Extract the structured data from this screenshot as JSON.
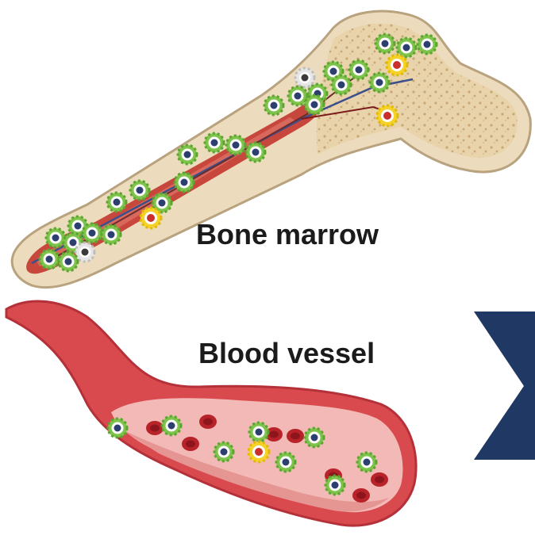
{
  "labels": {
    "bone_marrow": "Bone marrow",
    "blood_vessel": "Blood vessel"
  },
  "colors": {
    "bone": "#ecdcbd",
    "bone_outline": "#b9a27e",
    "marrow": "#c8473d",
    "vessel": "#d94a4e",
    "vessel_inner": "#f2b9b7",
    "green_cell": "#7ec34a",
    "yellow_cell": "#f4d22a",
    "white_cell": "#e6e6e6",
    "chevron": "#1f3864"
  },
  "icons": [
    "bone-illustration",
    "blood-vessel-illustration",
    "chevron-right-icon"
  ]
}
